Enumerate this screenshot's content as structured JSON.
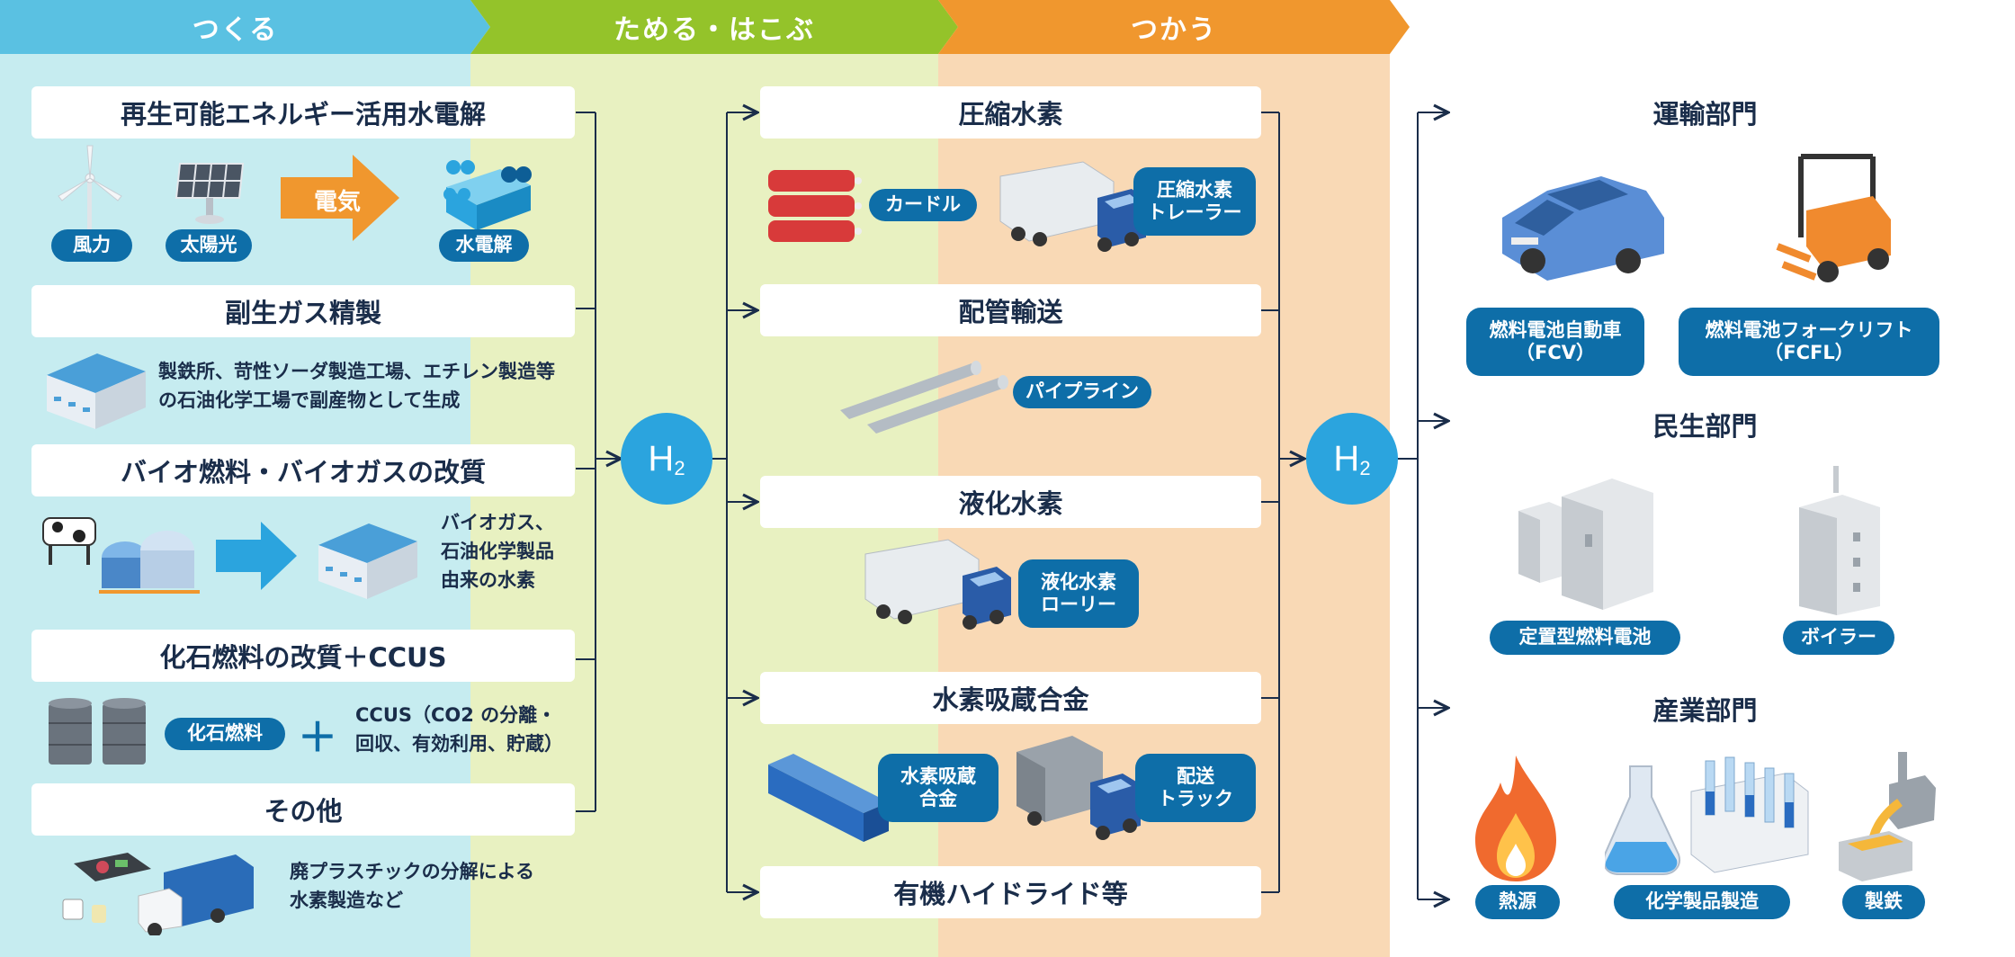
{
  "banners": {
    "make": "つくる",
    "store": "ためる・はこぶ",
    "use": "つかう"
  },
  "colors": {
    "make": "#5ac1e2",
    "store": "#94c32a",
    "use": "#f0972e",
    "make_bg": "#c6ecf0",
    "store_bg": "#e8f1c1",
    "use_bg": "#f9d9b5",
    "pill": "#0e6ea8",
    "node": "#2ba4de"
  },
  "node": {
    "main": "H",
    "sub": "2"
  },
  "make": {
    "renewable": {
      "title": "再生可能エネルギー活用水電解",
      "wind": "風力",
      "solar": "太陽光",
      "arrow": "電気",
      "electrolysis": "水電解"
    },
    "byproduct": {
      "title": "副生ガス精製",
      "desc1": "製鉄所、苛性ソーダ製造工場、エチレン製造等",
      "desc2": "の石油化学工場で副産物として生成"
    },
    "bio": {
      "title": "バイオ燃料・バイオガスの改質",
      "desc1": "バイオガス、",
      "desc2": "石油化学製品",
      "desc3": "由来の水素"
    },
    "fossil": {
      "title": "化石燃料の改質＋CCUS",
      "pill": "化石燃料",
      "plus": "＋",
      "desc1": "CCUS（CO2 の分離・",
      "desc2": "回収、有効利用、貯蔵）"
    },
    "other": {
      "title": "その他",
      "desc1": "廃プラスチックの分解による",
      "desc2": "水素製造など"
    }
  },
  "store": {
    "compressed": {
      "title": "圧縮水素",
      "curdle": "カードル",
      "trailer1": "圧縮水素",
      "trailer2": "トレーラー"
    },
    "pipe": {
      "title": "配管輸送",
      "pipeline": "パイプライン"
    },
    "liquid": {
      "title": "液化水素",
      "lorry1": "液化水素",
      "lorry2": "ローリー"
    },
    "alloy": {
      "title": "水素吸蔵合金",
      "alloy1": "水素吸蔵",
      "alloy2": "合金",
      "truck1": "配送",
      "truck2": "トラック"
    },
    "organic": {
      "title": "有機ハイドライド等"
    }
  },
  "use": {
    "transport": {
      "title": "運輸部門",
      "fcv1": "燃料電池自動車",
      "fcv2": "（FCV）",
      "fcfl1": "燃料電池フォークリフト",
      "fcfl2": "（FCFL）"
    },
    "residential": {
      "title": "民生部門",
      "stationary": "定置型燃料電池",
      "boiler": "ボイラー"
    },
    "industry": {
      "title": "産業部門",
      "heat": "熱源",
      "chemical": "化学製品製造",
      "steel": "製鉄"
    }
  }
}
